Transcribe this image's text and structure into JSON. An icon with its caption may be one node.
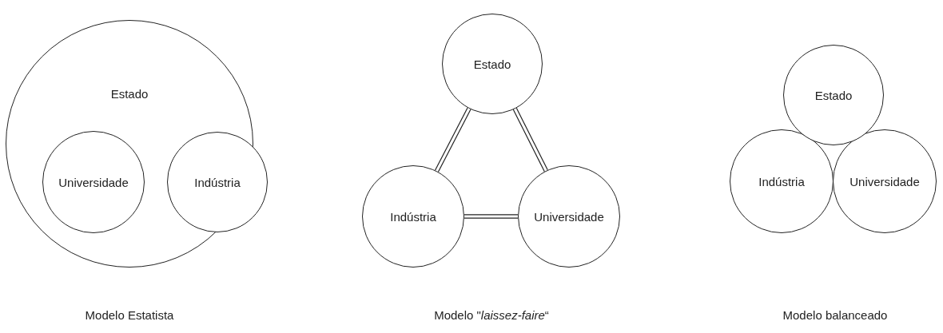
{
  "diagram": {
    "nodes": [
      {
        "text": [
          "Estado"
        ]
      },
      {
        "text": [
          "Universidade"
        ],
        "in": 0
      },
      {
        "text": [
          "Indústria"
        ],
        "in": 0
      },
      {
        "text": [
          "Estado"
        ]
      },
      {
        "text": [
          "Indústria"
        ]
      },
      {
        "text": [
          "Universidade"
        ]
      },
      {
        "text": [
          "Estado"
        ]
      },
      {
        "text": [
          "Indústria"
        ]
      },
      {
        "text": [
          "Universidade"
        ]
      }
    ],
    "edges": [
      {
        "from": 3,
        "to": 4,
        "arrow": "none"
      },
      {
        "from": 3,
        "to": 5,
        "arrow": "none"
      },
      {
        "from": 4,
        "to": 5,
        "arrow": "none"
      }
    ],
    "labels": [
      "Modelo Estatista",
      "Modelo \"*laissez-faire*“",
      "Modelo balanceado"
    ]
  }
}
